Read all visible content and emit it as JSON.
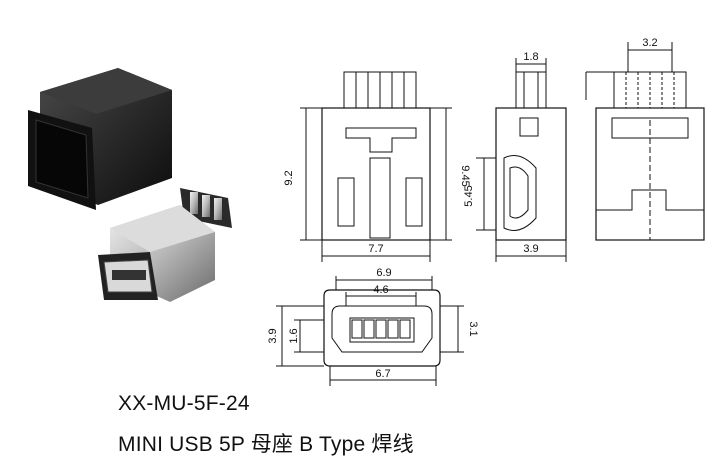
{
  "model_code": "XX-MU-5F-24",
  "description": "MINI USB 5P 母座 B Type 焊线",
  "front_view": {
    "height": "9.2",
    "overall_height": "9.45",
    "width": "7.7"
  },
  "side_view": {
    "top_width": "1.8",
    "height": "5.45",
    "width": "3.9"
  },
  "rear_view": {
    "pin_span": "3.2"
  },
  "bottom_view": {
    "outer_width": "6.9",
    "inner_width": "4.6",
    "base_width": "6.7",
    "height": "3.9",
    "inner_height": "1.6",
    "depth": "3.1"
  },
  "colors": {
    "line": "#111111",
    "body_dark": "#1a1a1a",
    "metal": "#b8b8b8"
  }
}
